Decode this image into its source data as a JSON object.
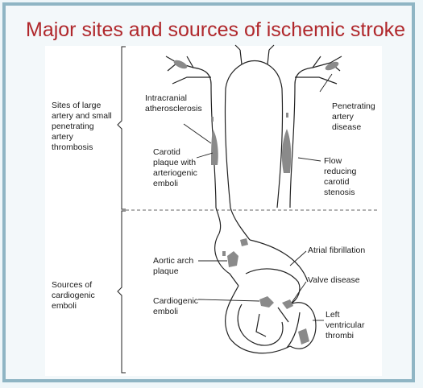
{
  "title": "Major sites and sources of ischemic stroke",
  "brackets": {
    "upper": [
      "Sites of large",
      "artery and small",
      "penetrating",
      "artery",
      "thrombosis"
    ],
    "lower": [
      "Sources of",
      "cardiogenic",
      "emboli"
    ]
  },
  "labels": {
    "intracranial": [
      "Intracranial",
      "atherosclerosis"
    ],
    "penetrating": [
      "Penetrating",
      "artery",
      "disease"
    ],
    "carotid_plaque": [
      "Carotid",
      "plaque with",
      "arteriogenic",
      "emboli"
    ],
    "flow": [
      "Flow",
      "reducing",
      "carotid",
      "stenosis"
    ],
    "aortic": [
      "Aortic arch",
      "plaque"
    ],
    "atrial": [
      "Atrial fibrillation"
    ],
    "valve": [
      "Valve disease"
    ],
    "cardiogenic": [
      "Cardiogenic",
      "emboli"
    ],
    "ventricular": [
      "Left",
      "ventricular",
      "thrombi"
    ]
  },
  "colors": {
    "title": "#b0282c",
    "frame": "#8fb5c4",
    "plaque": "#8a8a8a"
  }
}
